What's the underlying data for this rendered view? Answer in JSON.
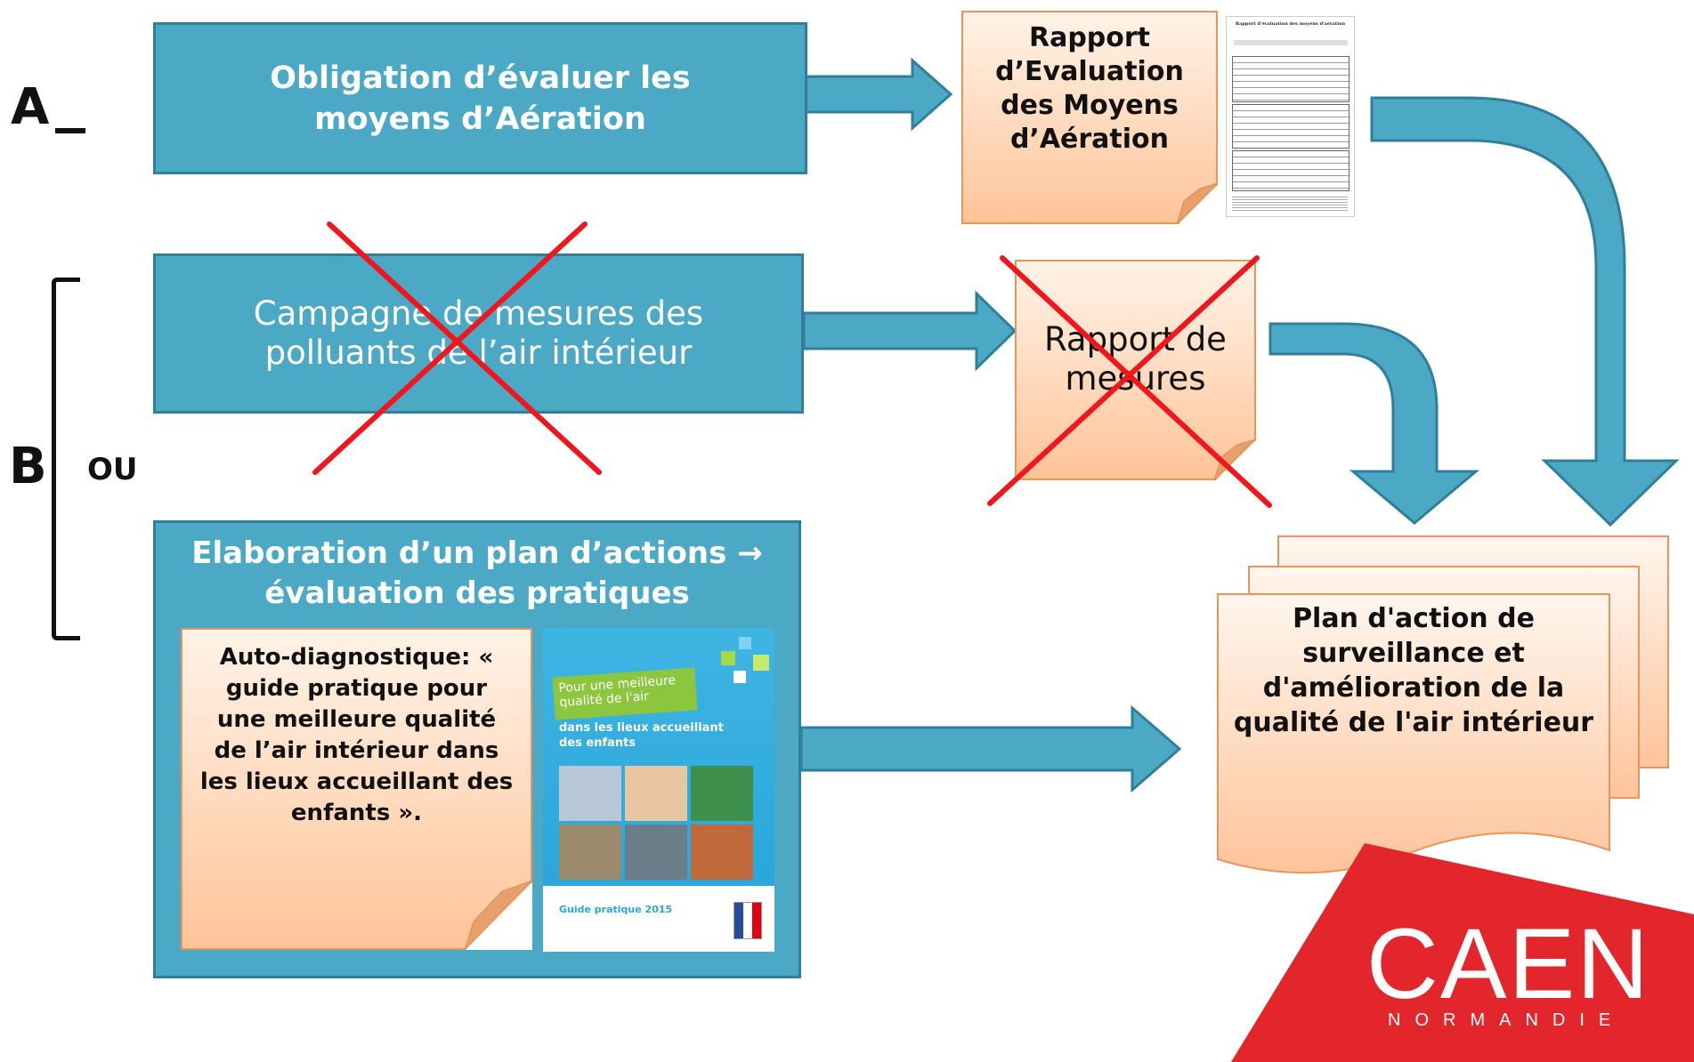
{
  "labels": {
    "a": "A",
    "b": "B",
    "ou": "OU"
  },
  "boxes": {
    "obligation": "Obligation d’évaluer les moyens d’Aération",
    "campagne": "Campagne de mesures  des polluants de l’air intérieur",
    "elaboration": "Elaboration d’un plan d’actions → évaluation des pratiques"
  },
  "notes": {
    "rapport_evaluation": "Rapport d’Evaluation des Moyens d’Aération",
    "rapport_mesures": "Rapport de mesures",
    "auto_diagnostique": "Auto-diagnostique: « guide pratique pour une meilleure qualité de l’air intérieur dans les lieux accueillant des enfants ».",
    "plan_action": "Plan d'action de surveillance et d'amélioration de la qualité de l'air intérieur"
  },
  "guide": {
    "banner": "Pour une meilleure qualité de l'air",
    "subtitle": "dans les lieux accueillant des enfants",
    "footer": "Guide pratique 2015"
  },
  "document": {
    "title": "Rapport d'évaluation des moyens d'aération"
  },
  "logo": {
    "name": "CAEN",
    "region": "NORMANDIE"
  },
  "colors": {
    "teal": "#4ca9c6",
    "teal_border": "#2f7f9a",
    "note_top": "#fff3e7",
    "note_bottom": "#ffc49a",
    "cross": "#f0161b",
    "logo_red": "#e2262b"
  }
}
